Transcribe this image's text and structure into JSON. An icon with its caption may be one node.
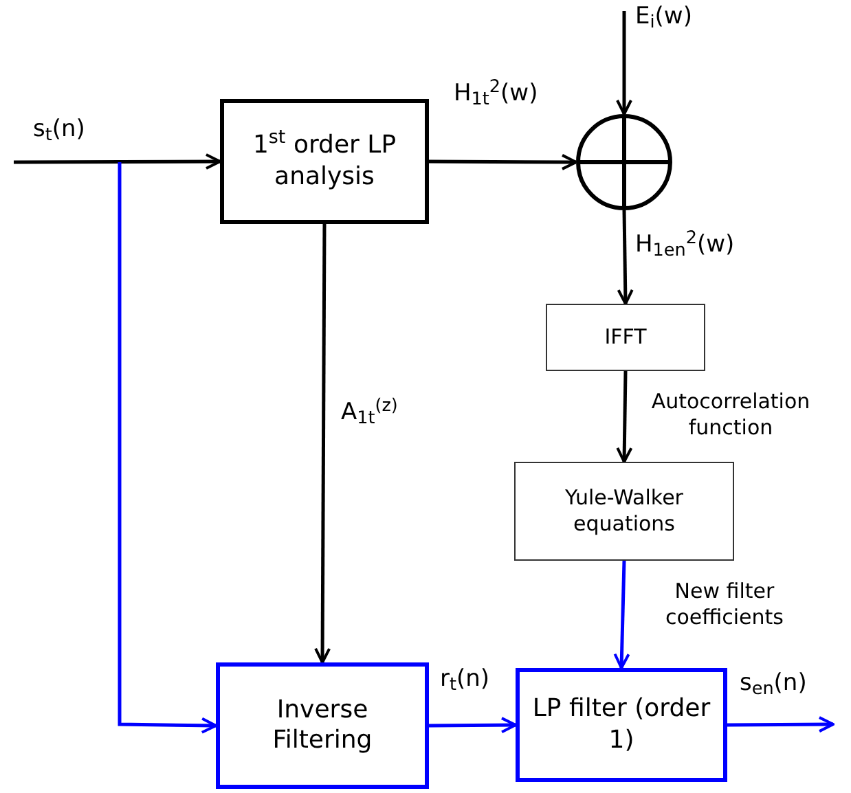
{
  "diagram": {
    "nodes": [
      {
        "text": [
          "1$^{st}$ order LP analysis"
        ]
      },
      {
        "text": [],
        "shape": "circle"
      },
      {
        "text": [
          "IFFT"
        ]
      },
      {
        "text": [
          "Yule-Walker equations"
        ]
      },
      {
        "text": [
          "Inverse Filtering"
        ]
      },
      {
        "text": [
          "LP filter (order 1)"
        ]
      }
    ],
    "edges": [
      {
        "from": null,
        "to": 0,
        "arrow": "to",
        "label": "s$_{t}$(n)"
      },
      {
        "from": null,
        "to": 4,
        "arrow": "to",
        "color": "#0000ff"
      },
      {
        "from": 0,
        "to": 1,
        "arrow": "to",
        "label": "H$_{1t}$$^{2}$(w)"
      },
      {
        "from": null,
        "to": 1,
        "arrow": "to",
        "label": "E$_{i}$(w)"
      },
      {
        "from": 1,
        "to": 2,
        "arrow": "to",
        "label": "H$_{1en}$$^{2}$(w)"
      },
      {
        "from": 2,
        "to": 3,
        "arrow": "to",
        "label": "Autocorrelation function"
      },
      {
        "from": 0,
        "to": 4,
        "arrow": "to",
        "label": "A$_{1t}$$^{(z)}$"
      },
      {
        "from": 3,
        "to": 5,
        "arrow": "to",
        "label": "New filter coefficients",
        "color": "#0000ff"
      },
      {
        "from": 4,
        "to": 5,
        "arrow": "to",
        "label": "r$_{t}$(n)",
        "color": "#0000ff"
      },
      {
        "from": 5,
        "to": null,
        "arrow": "to",
        "label": "s$_{en}$(n)",
        "color": "#0000ff"
      }
    ]
  }
}
